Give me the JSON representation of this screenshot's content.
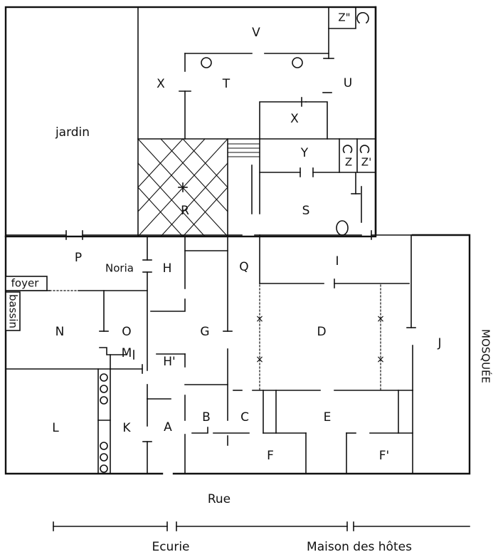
{
  "rooms": {
    "jardin": "jardin",
    "V": "V",
    "Z2": "Z\"",
    "T": "T",
    "X1": "X",
    "U": "U",
    "X2": "X",
    "Y": "Y",
    "Z": "Z",
    "Zp": "Z'",
    "R": "R",
    "S": "S",
    "P": "P",
    "Noria": "Noria",
    "H": "H",
    "Q": "Q",
    "I": "I",
    "foyer": "foyer",
    "bassin": "bassin",
    "N": "N",
    "O": "O",
    "G": "G",
    "D": "D",
    "J": "J",
    "M": "M",
    "Hp": "H'",
    "L": "L",
    "K": "K",
    "A": "A",
    "B": "B",
    "C": "C",
    "E": "E",
    "F": "F",
    "Fp": "F'"
  },
  "side_label": "MOSQUÉE",
  "street": "Rue",
  "footer": {
    "left": "Ecurie",
    "right": "Maison des hôtes"
  }
}
